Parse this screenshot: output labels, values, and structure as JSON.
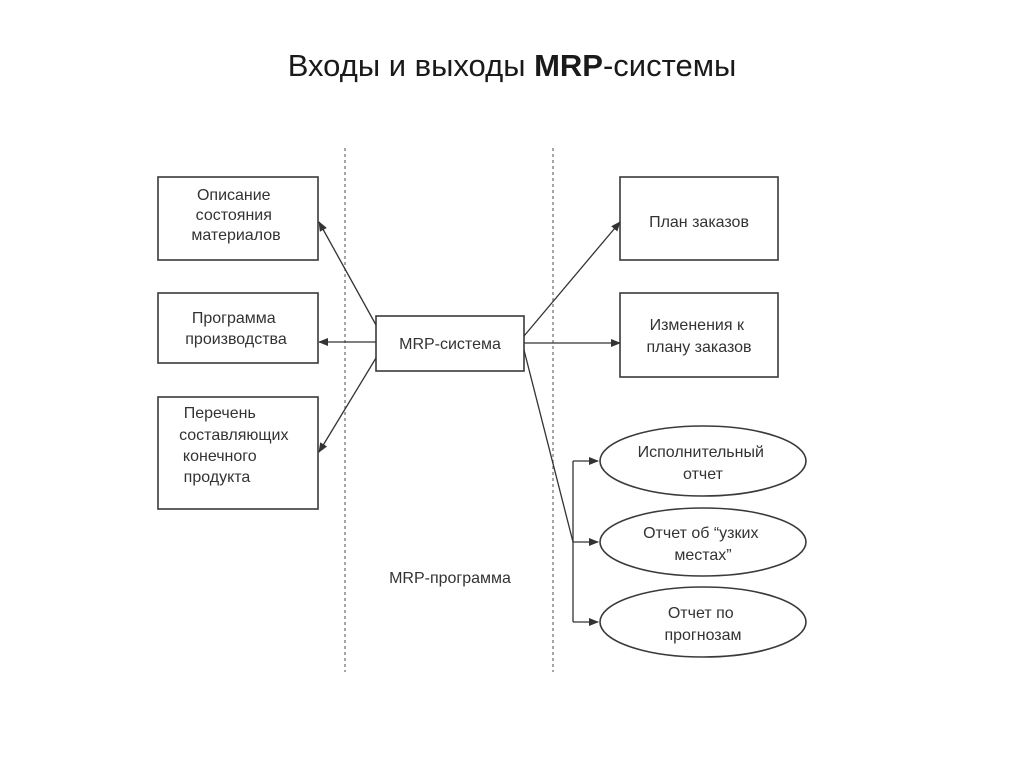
{
  "title": {
    "part1": "Входы и выходы ",
    "bold": "MRP",
    "part2": "-системы"
  },
  "inputs": [
    {
      "lines": [
        "Описание",
        "состояния",
        "материалов"
      ]
    },
    {
      "lines": [
        "Программа",
        "производства"
      ]
    },
    {
      "lines": [
        "Перечень",
        "составляющих",
        "конечного",
        "продукта"
      ]
    }
  ],
  "center": {
    "label": "MRP-система"
  },
  "program_label": "MRP-программа",
  "outputs": [
    {
      "lines": [
        "План заказов"
      ]
    },
    {
      "lines": [
        "Изменения к",
        "плану заказов"
      ]
    }
  ],
  "reports": [
    {
      "lines": [
        "Исполнительный",
        "отчет"
      ]
    },
    {
      "lines": [
        "Отчет об “узких",
        "местах”"
      ]
    },
    {
      "lines": [
        "Отчет по",
        "прогнозам"
      ]
    }
  ]
}
